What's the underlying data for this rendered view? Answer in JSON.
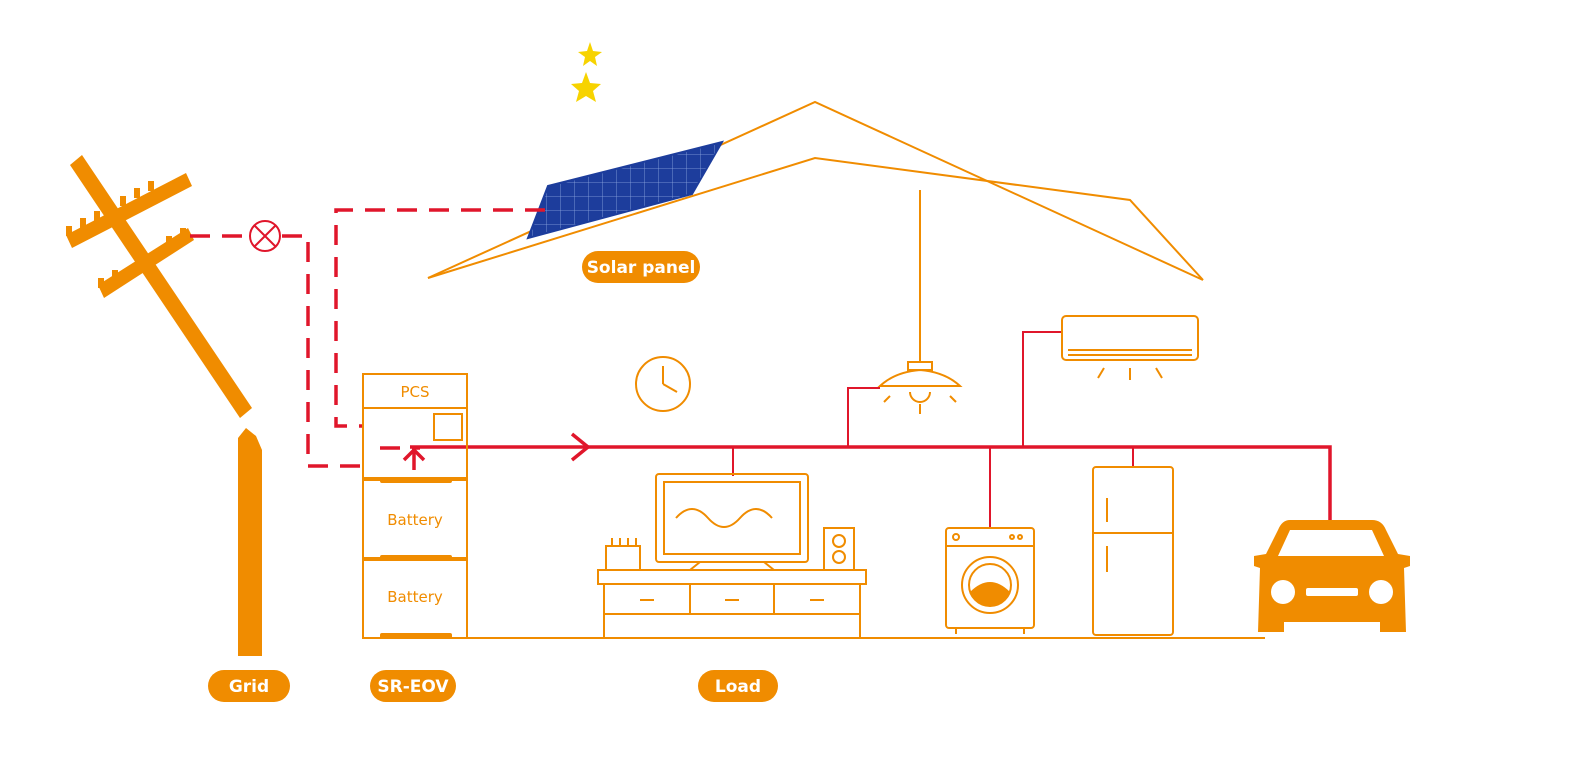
{
  "colors": {
    "orange": "#f08c00",
    "red": "#e0162b",
    "panel_blue": "#1d3d9c",
    "moon_yellow": "#f7d300"
  },
  "labels": {
    "grid": "Grid",
    "sr_eov": "SR-EOV",
    "load": "Load",
    "solar_panel": "Solar panel"
  },
  "cabinet": {
    "pcs": "PCS",
    "battery_1": "Battery",
    "battery_2": "Battery"
  },
  "icons": [
    "moon-icon",
    "star-icon",
    "utility-pole-icon",
    "breaker-off-icon",
    "solar-panel-icon",
    "clock-icon",
    "ceiling-lamp-icon",
    "air-conditioner-icon",
    "tv-icon",
    "speaker-icon",
    "washing-machine-icon",
    "refrigerator-icon",
    "car-icon"
  ]
}
